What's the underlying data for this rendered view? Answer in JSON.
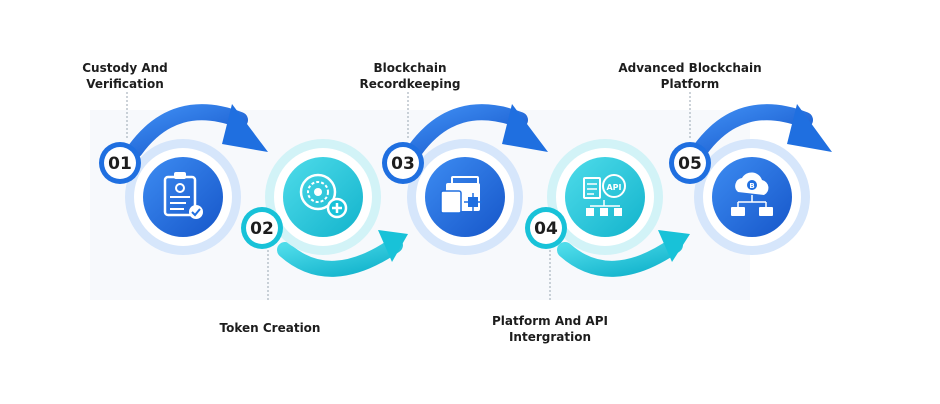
{
  "steps": [
    {
      "number": "01",
      "title_lines": [
        "Custody And",
        "Verification"
      ],
      "icon": "clipboard-document-icon",
      "color": "#1f6fe0"
    },
    {
      "number": "02",
      "title_lines": [
        "Token Creation"
      ],
      "icon": "token-plus-icon",
      "color": "#18c2d8"
    },
    {
      "number": "03",
      "title_lines": [
        "Blockchain",
        "Recordkeeping"
      ],
      "icon": "folder-chip-icon",
      "color": "#1f6fe0"
    },
    {
      "number": "04",
      "title_lines": [
        "Platform And API",
        "Intergration"
      ],
      "icon": "api-network-icon",
      "color": "#18c2d8"
    },
    {
      "number": "05",
      "title_lines": [
        "Advanced Blockchain",
        "Platform"
      ],
      "icon": "cloud-bitcoin-icon",
      "color": "#1f6fe0"
    }
  ],
  "colors": {
    "blue": "#1f6fe0",
    "blue_light": "#d6e6fb",
    "cyan": "#18c2d8",
    "cyan_light": "#d2f3f7",
    "text": "#1d1d1d"
  }
}
